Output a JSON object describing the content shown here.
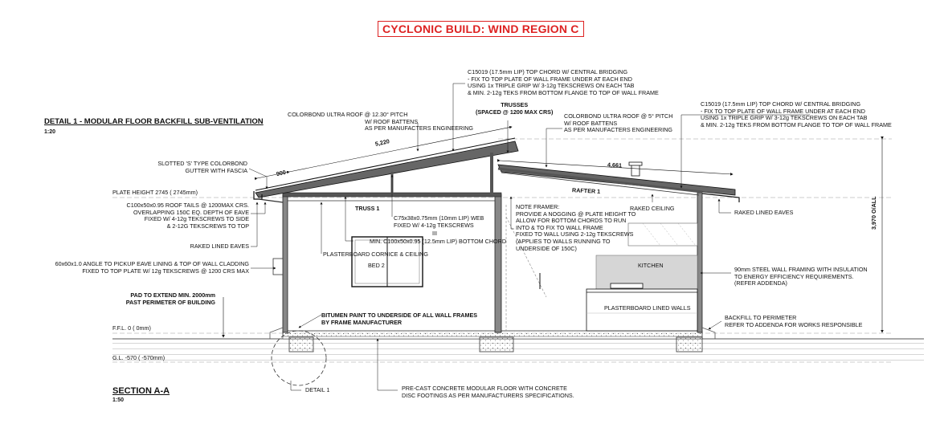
{
  "title": "CYCLONIC BUILD: WIND REGION C",
  "detail_heading": "DETAIL 1 - MODULAR FLOOR BACKFILL SUB-VENTILATION",
  "detail_scale": "1:20",
  "section_heading": "SECTION A-A",
  "section_scale": "1:50",
  "levels": {
    "plate_height": "PLATE HEIGHT  2745  ( 2745mm)",
    "ffl": "F.F.L.    0   (  0mm)",
    "gl": "G.L.  -570  ( -570mm)"
  },
  "dimensions": {
    "d900": "900",
    "d5220": "5,220",
    "d4661": "4,661",
    "overall": "3,970 O/ALL"
  },
  "labels": {
    "top_chord_1": [
      "C15019 (17.5mm LIP) TOP CHORD W/ CENTRAL BRIDGING",
      "- FIX TO TOP PLATE OF WALL FRAME UNDER AT EACH END",
      "USING 1x TRIPLE GRIP W/ 3-12g TEKSCREWS ON EACH TAB",
      "& MIN. 2-12g TEKS FROM BOTTOM FLANGE TO TOP OF WALL FRAME"
    ],
    "top_chord_2": [
      "C15019 (17.5mm LIP) TOP CHORD W/ CENTRAL BRIDGING",
      "- FIX TO TOP PLATE OF WALL FRAME UNDER AT EACH END",
      "USING 1x TRIPLE GRIP W/ 3-12g TEKSCREWS ON EACH TAB",
      "& MIN. 2-12g TEKS FROM BOTTOM FLANGE TO TOP OF WALL FRAME"
    ],
    "trusses": [
      "TRUSSES",
      "(SPACED @ 1200 MAX CRS)"
    ],
    "roof_left_title": "COLORBOND ULTRA ROOF @ 12.30° PITCH",
    "roof_left_body": [
      "W/ ROOF BATTENS",
      "AS PER MANUFACTERS ENGINEERING"
    ],
    "roof_right_title": "COLORBOND ULTRA ROOF @ 5° PITCH",
    "roof_right_body": [
      "W/ ROOF BATTENS",
      "AS PER MANUFACTERS ENGINEERING"
    ],
    "gutter": [
      "SLOTTED 'S' TYPE COLORBOND",
      "GUTTER WITH FASCIA"
    ],
    "roof_tails": [
      "C100x50x0.95 ROOF TAILS @ 1200MAX CRS.",
      "OVERLAPPING 150C EQ. DEPTH OF EAVE",
      "FIXED W/ 4-12g TEKSCREWS TO SIDE",
      "& 2-12G TEKSCREWS TO TOP"
    ],
    "raked_eaves_left": "RAKED LINED EAVES",
    "angle": [
      "60x60x1.0 ANGLE TO PICKUP EAVE LINING & TOP OF WALL CLADDING",
      "FIXED TO TOP PLATE W/ 12g TEKSCREWS @ 1200 CRS MAX"
    ],
    "pad": [
      "PAD TO EXTEND MIN. 2000mm",
      "PAST PERIMETER OF BUILDING"
    ],
    "truss1": "TRUSS 1",
    "web": [
      "C75x38x0.75mm (10mm LIP) WEB",
      "FIXED W/ 4-12g TEKSCREWS"
    ],
    "bottom_chord": "MIN. C100x50x0.95 (12.5mm LIP) BOTTOM CHORD",
    "cornice": "PLASTERBOARD CORNICE & CEILING",
    "bed2": "BED 2",
    "bitumen": [
      "BITUMEN PAINT TO UNDERSIDE  OF ALL WALL FRAMES",
      "BY FRAME MANUFACTURER"
    ],
    "note_framer_title": "NOTE FRAMER:",
    "note_framer_body": [
      "PROVIDE A NOGGING @ PLATE HEIGHT TO",
      "ALLOW FOR BOTTOM CHORDS TO RUN",
      "INTO & TO FIX TO WALL FRAME",
      "FIXED TO WALL USING 2-12g TEKSCREWS",
      "(APPLIES TO WALLS RUNNING TO",
      "UNDERSIDE OF 150C)"
    ],
    "rafter1": "RAFTER 1",
    "raked_ceiling": "RAKED CEILING",
    "raked_eaves_right": "RAKED LINED EAVES",
    "kitchen": "KITCHEN",
    "plasterboard_walls": "PLASTERBOARD LINED WALLS",
    "steel_wall": [
      "90mm STEEL WALL FRAMING WITH INSULATION",
      "TO ENERGY EFFICIENCY REQUIREMENTS.",
      "(REFER ADDENDA)"
    ],
    "backfill_title": "BACKFILL TO PERIMETER",
    "backfill_body": "REFER TO ADDENDA FOR WORKS RESPONSIBLE",
    "detail1": "DETAIL 1",
    "precast": [
      "PRE-CAST CONCRETE MODULAR FLOOR WITH CONCRETE",
      "DISC FOOTINGS AS PER MANUFACTURERS SPECIFICATIONS."
    ],
    "roman_iii": "III"
  }
}
